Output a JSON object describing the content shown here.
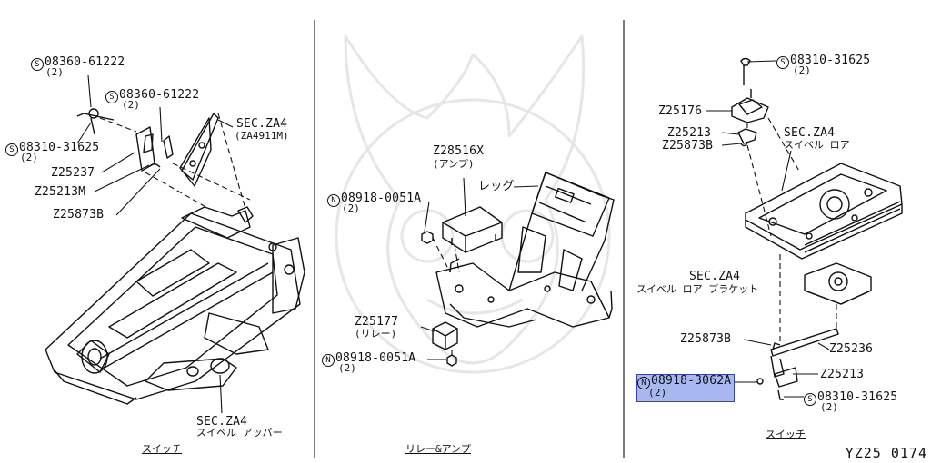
{
  "panels": {
    "left": {
      "caption": "スイッチ",
      "labels": [
        {
          "id": "s08360-61222-a",
          "sym": "S",
          "text": "08360-61222",
          "qty": "(2)"
        },
        {
          "id": "s08360-61222-b",
          "sym": "S",
          "text": "08360-61222",
          "qty": "(2)"
        },
        {
          "id": "s08310-31625",
          "sym": "S",
          "text": "08310-31625",
          "qty": "(2)"
        },
        {
          "id": "z25237",
          "sym": "",
          "text": "Z25237",
          "qty": ""
        },
        {
          "id": "z25213m",
          "sym": "",
          "text": "Z25213M",
          "qty": ""
        },
        {
          "id": "z25873b",
          "sym": "",
          "text": "Z25873B",
          "qty": ""
        },
        {
          "id": "secza4-top",
          "sym": "",
          "text": "SEC.ZA4",
          "qty": "(ZA4911M)"
        },
        {
          "id": "secza4-bottom",
          "sym": "",
          "text": "SEC.ZA4",
          "qty": "スイベル アッパー"
        }
      ]
    },
    "middle": {
      "caption": "リレー&アンプ",
      "labels": [
        {
          "id": "z28516x",
          "sym": "",
          "text": "Z28516X",
          "qty": "(アンプ)"
        },
        {
          "id": "leg",
          "sym": "",
          "text": "レッグ",
          "qty": ""
        },
        {
          "id": "n08918-0051a-top",
          "sym": "N",
          "text": "08918-0051A",
          "qty": "(2)"
        },
        {
          "id": "z25177",
          "sym": "",
          "text": "Z25177",
          "qty": "(リレー)"
        },
        {
          "id": "n08918-0051a-bottom",
          "sym": "N",
          "text": "08918-0051A",
          "qty": "(2)"
        }
      ]
    },
    "right": {
      "caption": "スイッチ",
      "labels": [
        {
          "id": "s08310-31625-top",
          "sym": "S",
          "text": "08310-31625",
          "qty": "(2)"
        },
        {
          "id": "z25176",
          "sym": "",
          "text": "Z25176",
          "qty": ""
        },
        {
          "id": "z25213-top",
          "sym": "",
          "text": "Z25213",
          "qty": ""
        },
        {
          "id": "z25873b-top",
          "sym": "",
          "text": "Z25873B",
          "qty": ""
        },
        {
          "id": "secza4-lower",
          "sym": "",
          "text": "SEC.ZA4",
          "qty": "スイベル ロア"
        },
        {
          "id": "secza4-bracket",
          "sym": "",
          "text": "SEC.ZA4",
          "qty": "スイベル ロア ブラケット"
        },
        {
          "id": "z25873b-bottom",
          "sym": "",
          "text": "Z25873B",
          "qty": ""
        },
        {
          "id": "z25236",
          "sym": "",
          "text": "Z25236",
          "qty": ""
        },
        {
          "id": "n08918-3062a",
          "sym": "N",
          "text": "08918-3062A",
          "qty": "(2)",
          "highlighted": true
        },
        {
          "id": "z25213-bottom",
          "sym": "",
          "text": "Z25213",
          "qty": ""
        },
        {
          "id": "s08310-31625-bottom",
          "sym": "S",
          "text": "08310-31625",
          "qty": "(2)"
        }
      ]
    }
  },
  "diagram_code": "YZ25  0174",
  "highlight_color": "#a9b7f0"
}
